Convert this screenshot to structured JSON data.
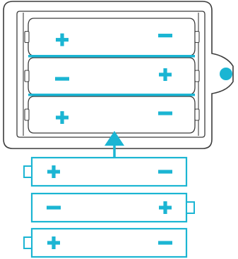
{
  "colors": {
    "accent": "#1bb5d3",
    "outline": "#3c3c3c",
    "background": "#ffffff"
  },
  "battery_box": {
    "name": "battery-holder",
    "slots": [
      {
        "left_terminal": "+",
        "right_terminal": "-"
      },
      {
        "left_terminal": "-",
        "right_terminal": "+"
      },
      {
        "left_terminal": "+",
        "right_terminal": "-"
      }
    ],
    "mounting_tab": true
  },
  "insert_arrow": {
    "direction": "up",
    "icon": "arrow-up-icon"
  },
  "loose_batteries": [
    {
      "cap_side": "left",
      "left_terminal": "+",
      "right_terminal": "-"
    },
    {
      "cap_side": "right",
      "left_terminal": "-",
      "right_terminal": "+"
    },
    {
      "cap_side": "left",
      "left_terminal": "+",
      "right_terminal": "-"
    }
  ]
}
